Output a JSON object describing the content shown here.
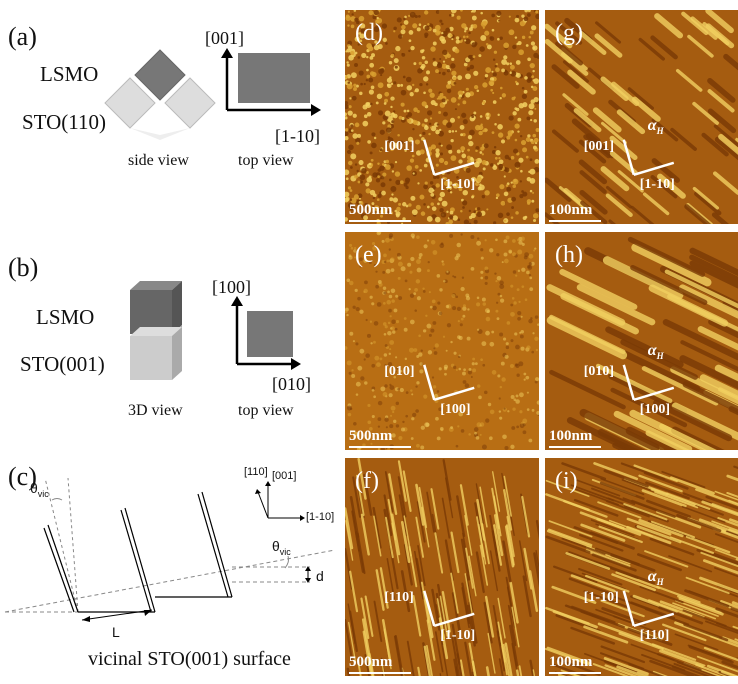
{
  "panel_a": {
    "label": "(a)",
    "film": "LSMO",
    "substrate": "STO(110)",
    "axis_up": "[001]",
    "axis_right": "[1-10]",
    "view_left": "side view",
    "view_right": "top view"
  },
  "panel_b": {
    "label": "(b)",
    "film": "LSMO",
    "substrate": "STO(001)",
    "axis_up": "[100]",
    "axis_right": "[010]",
    "view_left": "3D view",
    "view_right": "top view"
  },
  "panel_c": {
    "label": "(c)",
    "theta1": "θ",
    "theta1_sub": "vic",
    "theta2": "θ",
    "theta2_sub": "vic",
    "d": "d",
    "L": "L",
    "ax_110": "[110]",
    "ax_001": "[001]",
    "ax_1m10": "[1-10]",
    "caption": "vicinal STO(001) surface"
  },
  "afm": {
    "d": {
      "label": "(d)",
      "scale": "500nm",
      "ax1": "[001]",
      "ax2": "[1-10]"
    },
    "e": {
      "label": "(e)",
      "scale": "500nm",
      "ax1": "[010]",
      "ax2": "[100]"
    },
    "f": {
      "label": "(f)",
      "scale": "500nm",
      "ax1": "[110]",
      "ax2": "[1-10]"
    },
    "g": {
      "label": "(g)",
      "scale": "100nm",
      "ax1": "[001]",
      "ax2": "[1-10]",
      "alpha": "α",
      "alpha_sub": "H"
    },
    "h": {
      "label": "(h)",
      "scale": "100nm",
      "ax1": "[010]",
      "ax2": "[100]",
      "alpha": "α",
      "alpha_sub": "H"
    },
    "i": {
      "label": "(i)",
      "scale": "100nm",
      "ax1": "[1-10]",
      "ax2": "[110]",
      "alpha": "α",
      "alpha_sub": "H"
    }
  },
  "colors": {
    "afm_dark": "#7a3a05",
    "afm_mid": "#c07a18",
    "afm_light": "#f2d060"
  }
}
